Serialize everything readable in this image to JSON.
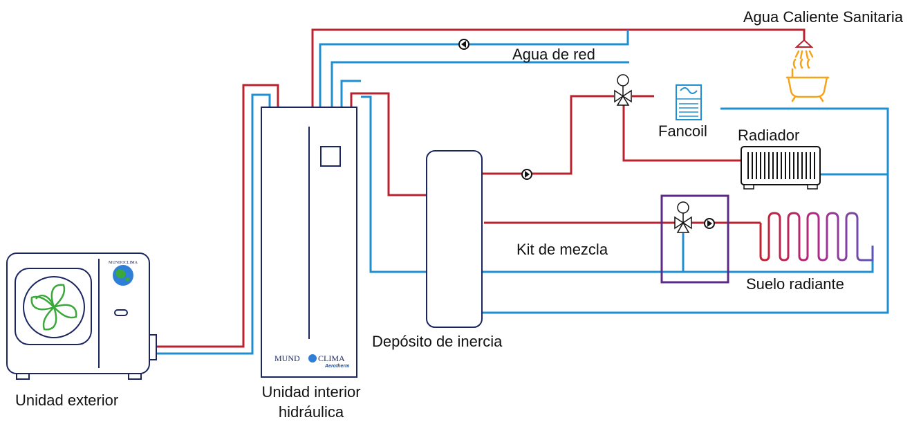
{
  "labels": {
    "agua_caliente": "Agua Caliente Sanitaria",
    "agua_red": "Agua de red",
    "fancoil": "Fancoil",
    "radiador": "Radiador",
    "kit_mezcla": "Kit de mezcla",
    "suelo_radiante": "Suelo radiante",
    "deposito": "Depósito de inercia",
    "unidad_exterior": "Unidad exterior",
    "unidad_interior_1": "Unidad interior",
    "unidad_interior_2": "hidráulica"
  },
  "branding": {
    "logo_top": "MUNDOCLIMA",
    "logo_bottom_left": "MUND",
    "logo_bottom_right": "CLIMA",
    "logo_sub": "Aerotherm"
  },
  "colors": {
    "hot_pipe": "#b8232f",
    "cold_pipe": "#1f8fcf",
    "unit_outline": "#1b2660",
    "mixing_kit": "#5b2a86",
    "fan": "#3aa83a",
    "shower": "#f7a21b"
  }
}
